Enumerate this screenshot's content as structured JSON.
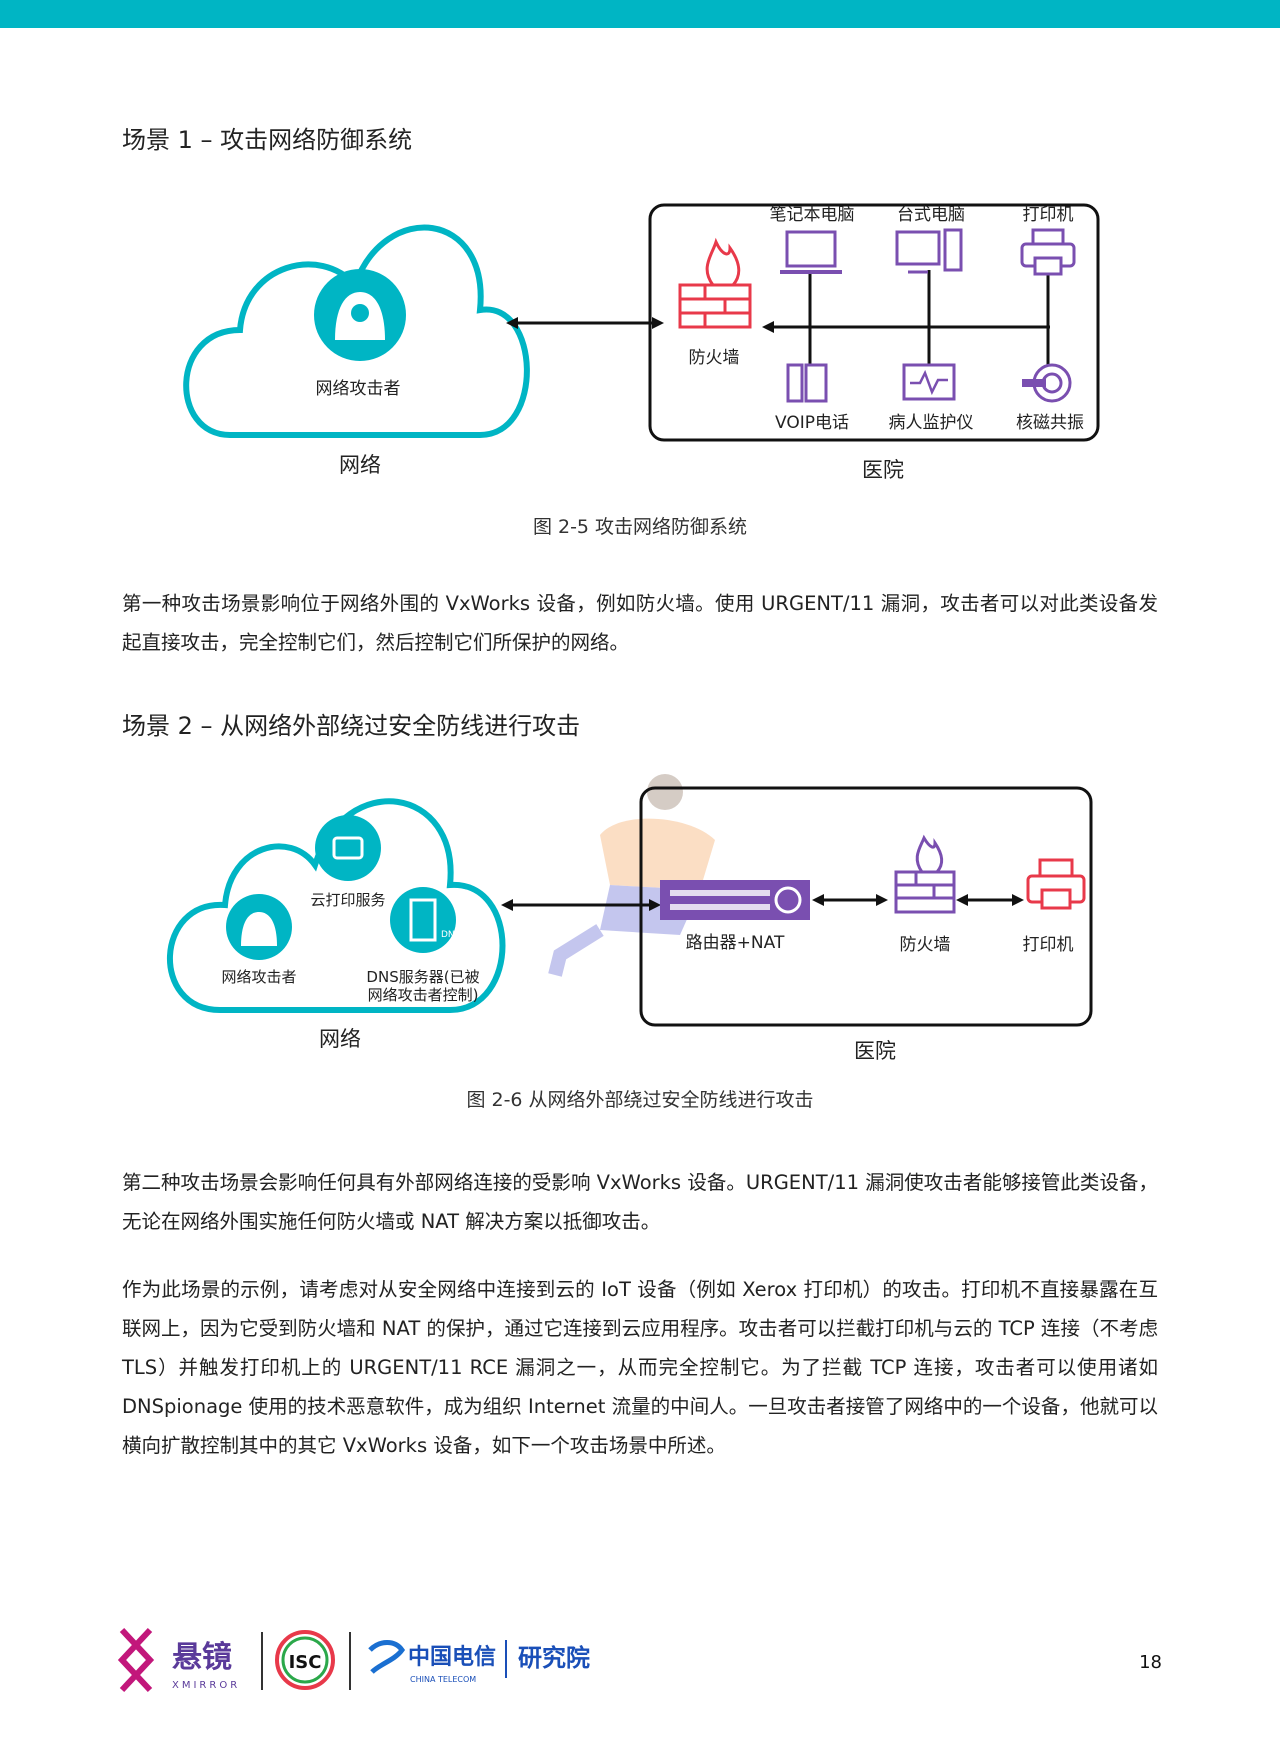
{
  "scenario1": {
    "title": "场景 1 – 攻击网络防御系统",
    "diagram": {
      "cloud_label": "网络",
      "attacker_label": "网络攻击者",
      "hospital_label": "医院",
      "firewall_label": "防火墙",
      "devices_top": [
        "笔记本电脑",
        "台式电脑",
        "打印机"
      ],
      "devices_bottom": [
        "VOIP电话",
        "病人监护仪",
        "核磁共振"
      ]
    },
    "caption": "图 2-5 攻击网络防御系统",
    "paragraph": "第一种攻击场景影响位于网络外围的 VxWorks 设备，例如防火墙。使用 URGENT/11 漏洞，攻击者可以对此类设备发起直接攻击，完全控制它们，然后控制它们所保护的网络。"
  },
  "scenario2": {
    "title": "场景 2 – 从网络外部绕过安全防线进行攻击",
    "diagram": {
      "cloud_label": "网络",
      "cloud_print_label": "云打印服务",
      "attacker_label": "网络攻击者",
      "dns_label_line1": "DNS服务器(已被",
      "dns_label_line2": "网络攻击者控制)",
      "dns_tag": "DNS",
      "hospital_label": "医院",
      "router_label": "路由器+NAT",
      "firewall_label": "防火墙",
      "printer_label": "打印机"
    },
    "caption": "图 2-6 从网络外部绕过安全防线进行攻击",
    "paragraph1": "第二种攻击场景会影响任何具有外部网络连接的受影响 VxWorks 设备。URGENT/11 漏洞使攻击者能够接管此类设备，无论在网络外围实施任何防火墙或 NAT 解决方案以抵御攻击。",
    "paragraph2": "作为此场景的示例，请考虑对从安全网络中连接到云的 IoT 设备（例如 Xerox 打印机）的攻击。打印机不直接暴露在互联网上，因为它受到防火墙和 NAT 的保护，通过它连接到云应用程序。攻击者可以拦截打印机与云的 TCP 连接（不考虑 TLS）并触发打印机上的 URGENT/11 RCE 漏洞之一，从而完全控制它。为了拦截 TCP 连接，攻击者可以使用诸如 DNSpionage 使用的技术恶意软件，成为组织 Internet 流量的中间人。一旦攻击者接管了网络中的一个设备，他就可以横向扩散控制其中的其它 VxWorks 设备，如下一个攻击场景中所述。"
  },
  "footer": {
    "logo1_text": "悬镜",
    "logo1_sub": "XMIRROR",
    "logo2_text": "ISC",
    "logo3_text": "中国电信",
    "logo3_sub": "CHINA TELECOM",
    "logo4_text": "研究院",
    "page_number": "18"
  },
  "colors": {
    "accent_teal": "#00b5c4",
    "purple": "#7a4fb0",
    "red": "#e8394a"
  }
}
